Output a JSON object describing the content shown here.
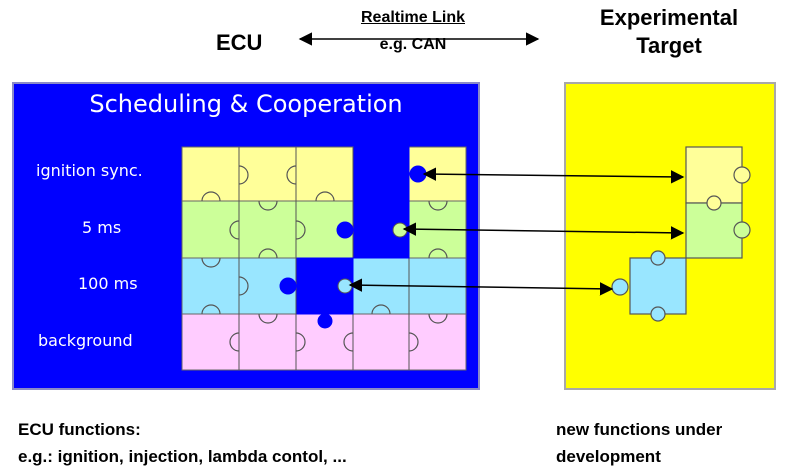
{
  "header": {
    "ecu": "ECU",
    "link_title": "Realtime Link",
    "link_subtitle": "e.g. CAN",
    "target_line1": "Experimental",
    "target_line2": "Target"
  },
  "ecu_panel": {
    "title": "Scheduling & Cooperation",
    "rows": [
      {
        "label": "ignition sync.",
        "color": "#ffff99"
      },
      {
        "label": "5 ms",
        "color": "#ccff99"
      },
      {
        "label": "100 ms",
        "color": "#99e6ff"
      },
      {
        "label": "background",
        "color": "#ffccff"
      }
    ],
    "panel_color": "#0000ff"
  },
  "target_panel": {
    "color": "#ffff00"
  },
  "footer": {
    "ecu_functions_title": "ECU functions:",
    "ecu_functions_examples": "e.g.: ignition, injection, lambda contol, ...",
    "new_functions_line1": "new functions under",
    "new_functions_line2": "development"
  }
}
